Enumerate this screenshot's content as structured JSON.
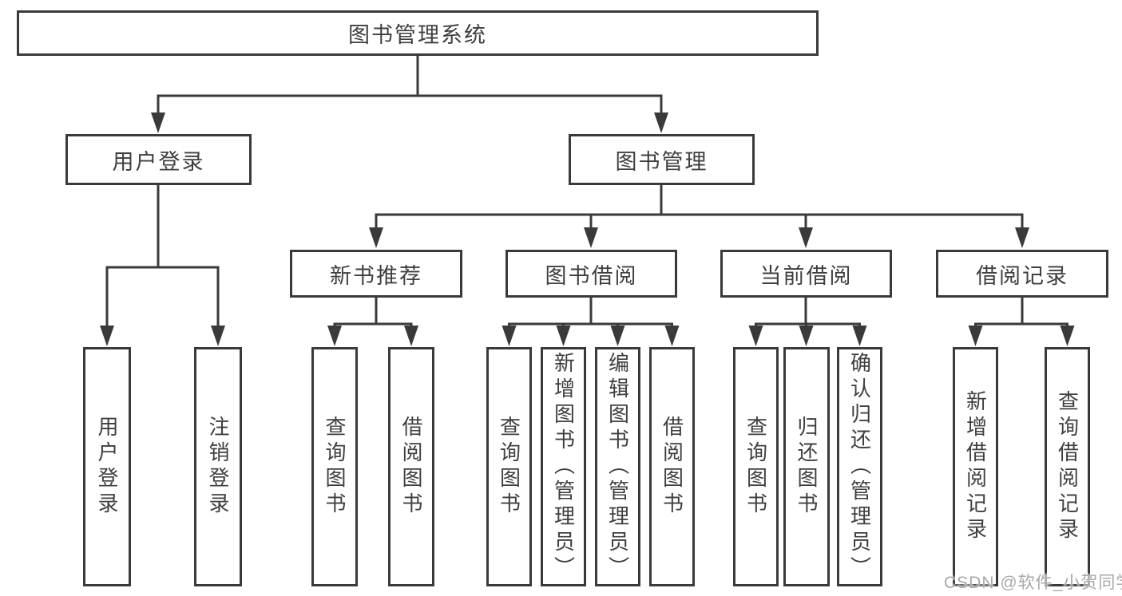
{
  "diagram": {
    "label": "图书管理系统",
    "children": [
      {
        "label": "用户登录",
        "children": [
          {
            "label": "用户登录"
          },
          {
            "label": "注销登录"
          }
        ]
      },
      {
        "label": "图书管理",
        "children": [
          {
            "label": "新书推荐",
            "children": [
              {
                "label": "查询图书"
              },
              {
                "label": "借阅图书"
              }
            ]
          },
          {
            "label": "图书借阅",
            "children": [
              {
                "label": "查询图书"
              },
              {
                "label": "新增图书（管理员）"
              },
              {
                "label": "编辑图书（管理员）"
              },
              {
                "label": "借阅图书"
              }
            ]
          },
          {
            "label": "当前借阅",
            "children": [
              {
                "label": "查询图书"
              },
              {
                "label": "归还图书"
              },
              {
                "label": "确认归还（管理员）"
              }
            ]
          },
          {
            "label": "借阅记录",
            "children": [
              {
                "label": "新增借阅记录"
              },
              {
                "label": "查询借阅记录"
              }
            ]
          }
        ]
      }
    ]
  },
  "watermark": {
    "text": "CSDN @软件_小贺同学"
  },
  "colors": {
    "line": "#3a3a3a",
    "text": "#3f3f3f",
    "watermark": "#a8a8a8",
    "background": "#ffffff"
  }
}
